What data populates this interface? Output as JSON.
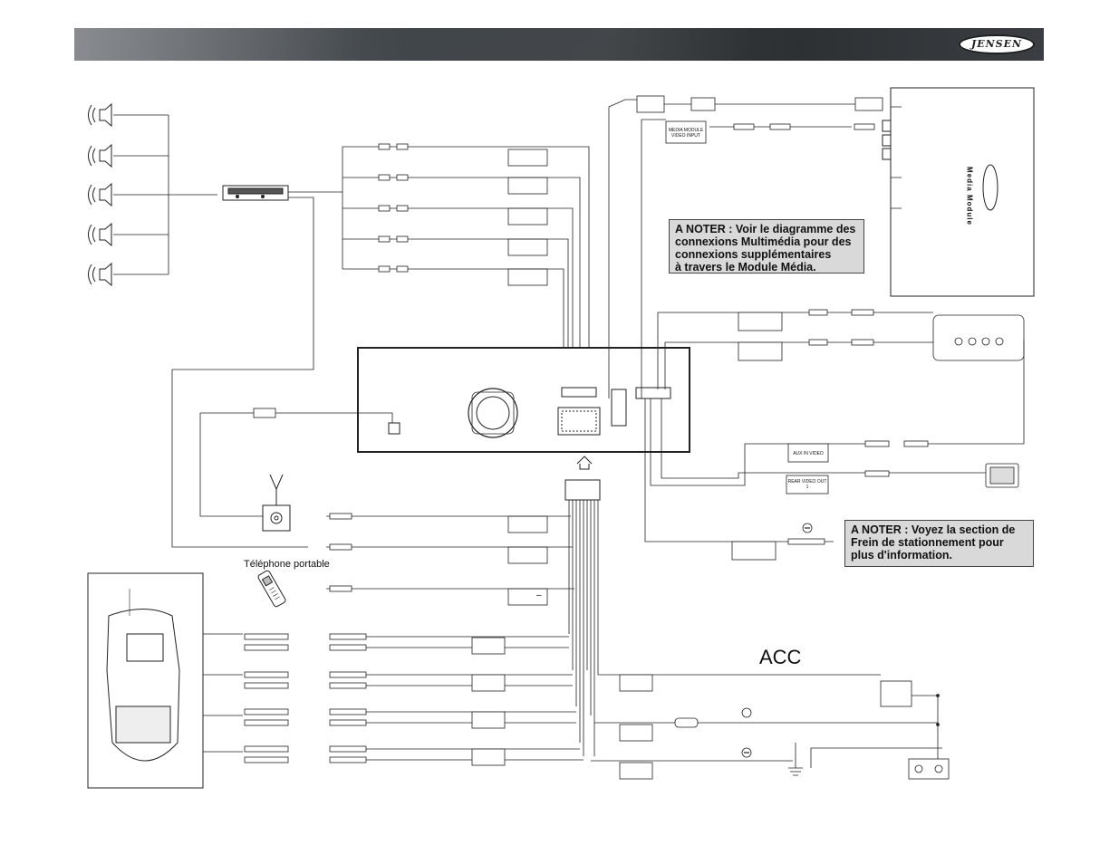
{
  "header": {
    "logo_text": "JENSEN"
  },
  "notes": {
    "multimedia": "A NOTER : Voir le diagramme des\nconnexions Multimédia pour des\nconnexions supplémentaires\nà travers le Module Média.",
    "parking_brake": "A NOTER : Voyez la section de\nFrein de stationnement pour\nplus d'information."
  },
  "labels": {
    "media_module": "Media Module",
    "media_module_video_input": "MEDIA MODULE VIDEO INPUT",
    "aux_in_video": "AUX IN VIDEO",
    "rear_video_out": "REAR VIDEO OUT 1",
    "cell_phone": "Téléphone portable",
    "acc": "ACC",
    "minus_sign": "–"
  },
  "colors": {
    "line": "#222222",
    "header_dark": "#2a2e31",
    "note_bg": "#d9d9d9"
  }
}
